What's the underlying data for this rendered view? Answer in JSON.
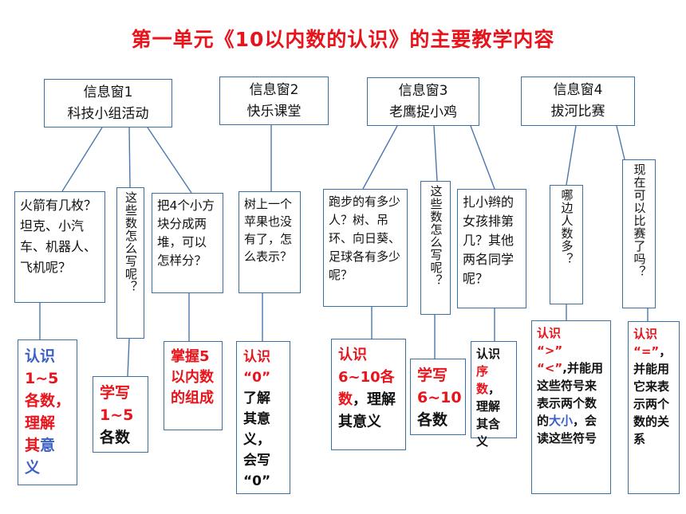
{
  "title": "第一单元《10以内数的认识》的主要教学内容",
  "windows": [
    {
      "name": "信息窗1",
      "topic": "科技小组活动"
    },
    {
      "name": "信息窗2",
      "topic": "快乐课堂"
    },
    {
      "name": "信息窗3",
      "topic": "老鹰捉小鸡"
    },
    {
      "name": "信息窗4",
      "topic": "拔河比赛"
    }
  ],
  "questions": {
    "q1": "火箭有几枚？坦克、小汽车、机器人、飞机呢？",
    "q2": "这些数怎么写呢？",
    "q3": "把4个小方块分成两堆，可以怎样分？",
    "q4": "树上一个苹果也没有了，怎么表示？",
    "q5": "跑步的有多少人？树、吊环、向日葵、足球各有多少呢？",
    "q6": "这些数怎么写呢？",
    "q7": "扎小辫的女孩排第几？其他两名同学呢？",
    "q8": "哪边人数多？",
    "q9": "现在可以比赛了吗？"
  },
  "answers": {
    "a1": {
      "p1": "认识",
      "p2": "1~5",
      "p3": "各数，",
      "p4": "理解",
      "p5": "其",
      "p6": "意",
      "p7": "义"
    },
    "a2": {
      "p1": "学写",
      "p2": "1~5",
      "p3": "各数"
    },
    "a3": {
      "text": "掌握5以内数的组成"
    },
    "a4": {
      "p1": "认识",
      "p2": "“0”",
      "p3": "了解其意义，会写",
      "p4": "“0”"
    },
    "a5": {
      "p1": "认识",
      "p2": "6~10各数",
      "p3": "，理解其意义"
    },
    "a6": {
      "p1": "学写",
      "p2": "6~10",
      "p3": "各数"
    },
    "a7": {
      "p1": "认识",
      "p2": "序数",
      "p3": "，理解其含义"
    },
    "a8": {
      "p1": "认识",
      "p2": "“>”",
      "p3": "“<”",
      "p4": ",并能用这些符号来表示两个数的",
      "p5": "大小",
      "p6": "，会读这些符号"
    },
    "a9": {
      "p1": "认识",
      "p2": "“=”",
      "p3": "，并能用它来表示两个数的关系"
    }
  }
}
